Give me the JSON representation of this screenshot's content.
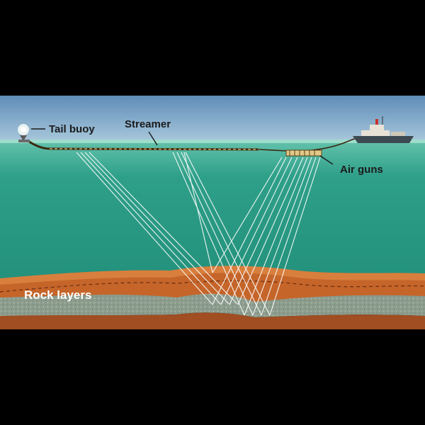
{
  "labels": {
    "tail_buoy": "Tail buoy",
    "streamer": "Streamer",
    "air_guns": "Air guns",
    "rock_layers": "Rock layers"
  },
  "colors": {
    "background": "#000000",
    "sky": "#6f98c0",
    "sea_surface": "#8fd2c0",
    "water": "#2a9c86",
    "rock_orange": "#c5652a",
    "rock_gray": "#8a9a8c",
    "rock_brown": "#a04e22",
    "rays": "#ffffff"
  },
  "icons": {
    "ship": "ship-icon",
    "buoy": "buoy-icon"
  }
}
